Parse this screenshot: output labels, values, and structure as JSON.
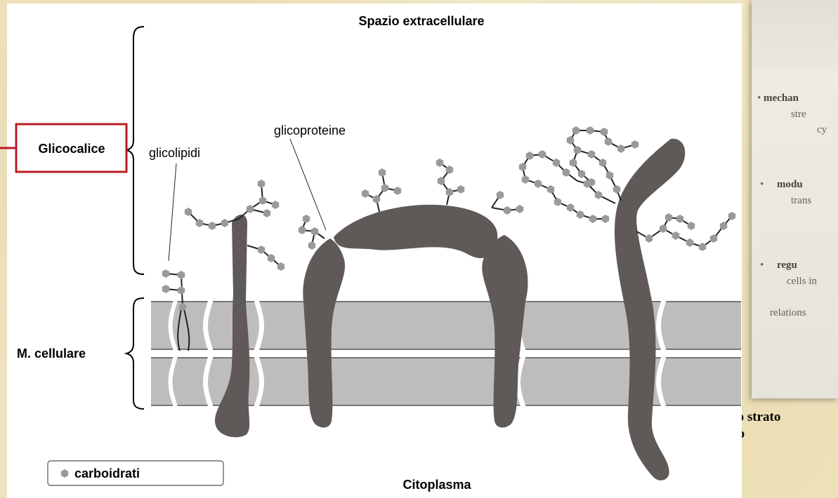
{
  "diagram": {
    "title_top": "Spazio extracellulare",
    "title_bottom": "Citoplasma",
    "label_glicocalice": "Glicocalice",
    "label_membrana": "M. cellulare",
    "label_glicolipidi": "glicolipidi",
    "label_glicoproteine": "glicoproteine",
    "legend_carboidrati": "carboidrati",
    "colors": {
      "protein": "#5f5a58",
      "bilayer": "#bdbdbd",
      "carb": "#9a9a9a",
      "highlight": "#b81c24"
    }
  },
  "side_panel": {
    "items": [
      {
        "bullet": "•",
        "bold": "mechan",
        "lines": [
          "stre",
          "cy"
        ]
      },
      {
        "bullet": "•",
        "bold": "modu",
        "lines": [
          "trans"
        ]
      },
      {
        "bullet": "•",
        "bold": "regu",
        "lines": [
          "cells in",
          "relations"
        ]
      }
    ]
  },
  "caption": {
    "line1": "Doppio strato",
    "line2": "lipidico"
  }
}
